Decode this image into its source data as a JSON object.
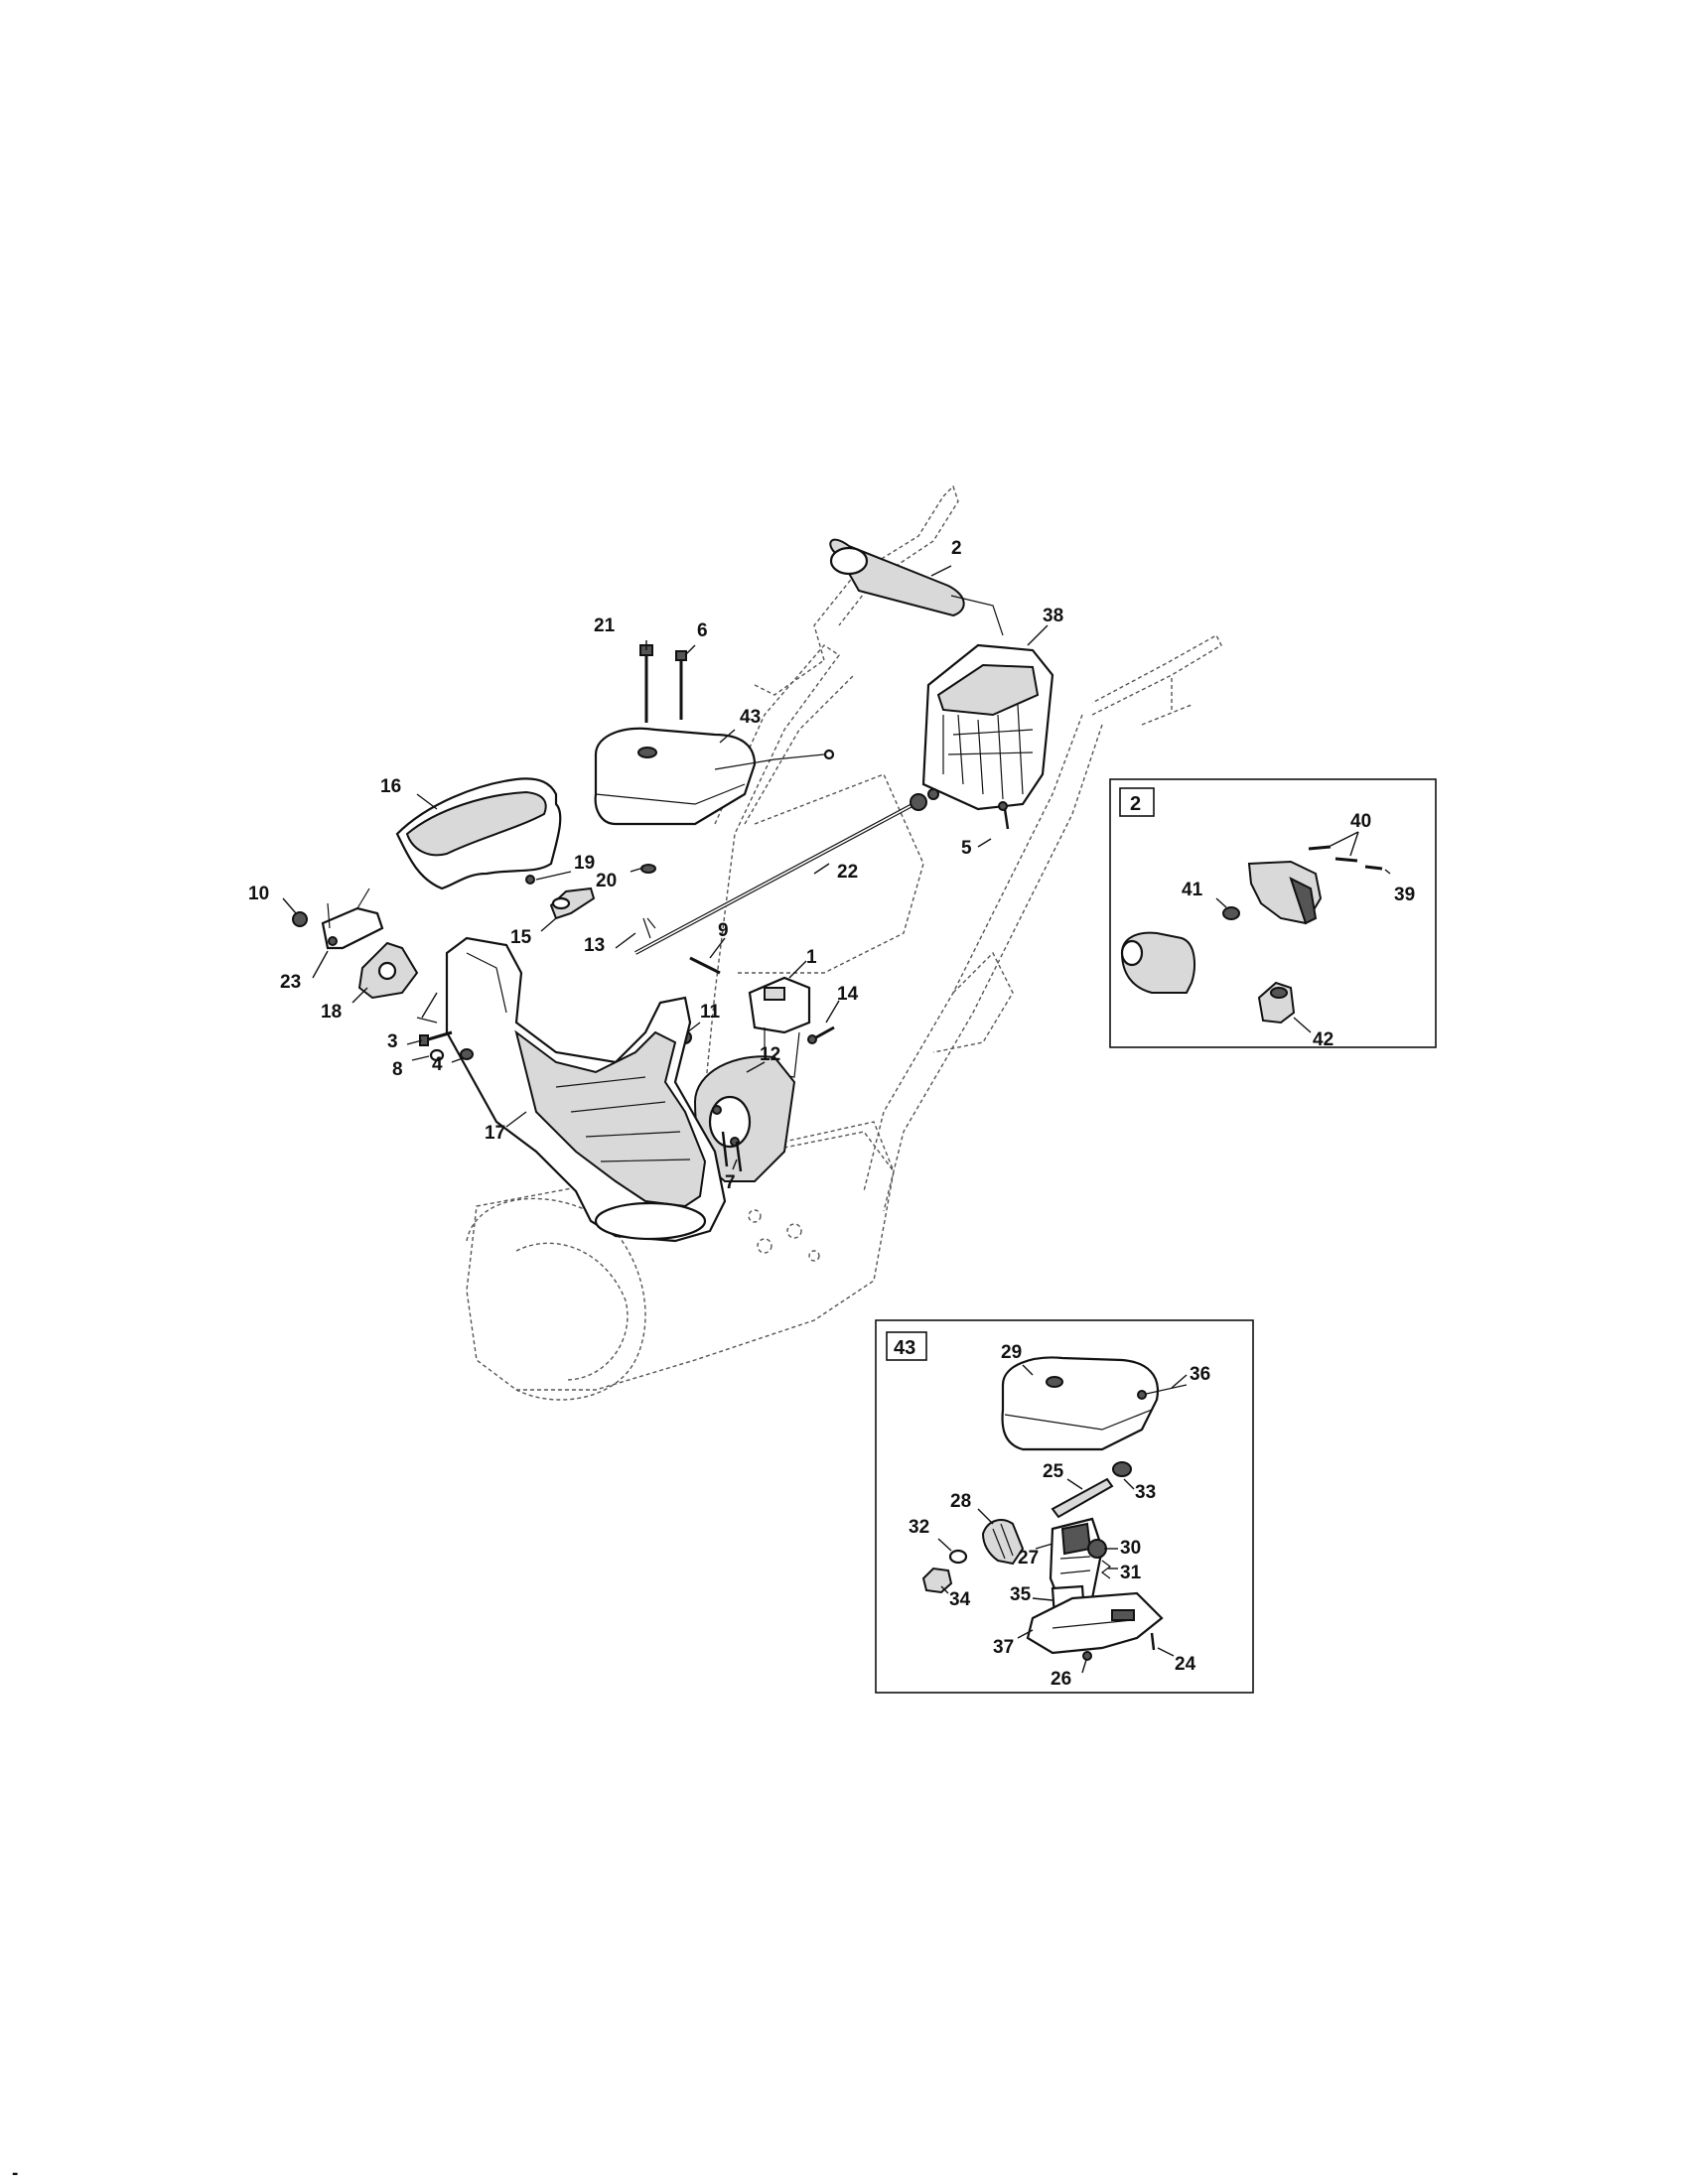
{
  "callouts": [
    {
      "id": "c2",
      "text": "2"
    },
    {
      "id": "c38",
      "text": "38"
    },
    {
      "id": "c21",
      "text": "21"
    },
    {
      "id": "c6",
      "text": "6"
    },
    {
      "id": "c43",
      "text": "43"
    },
    {
      "id": "c16",
      "text": "16"
    },
    {
      "id": "c19",
      "text": "19"
    },
    {
      "id": "c20",
      "text": "20"
    },
    {
      "id": "c22",
      "text": "22"
    },
    {
      "id": "c5",
      "text": "5"
    },
    {
      "id": "c10",
      "text": "10"
    },
    {
      "id": "c15",
      "text": "15"
    },
    {
      "id": "c13",
      "text": "13"
    },
    {
      "id": "c9",
      "text": "9"
    },
    {
      "id": "c1",
      "text": "1"
    },
    {
      "id": "c23",
      "text": "23"
    },
    {
      "id": "c18",
      "text": "18"
    },
    {
      "id": "c14",
      "text": "14"
    },
    {
      "id": "c11",
      "text": "11"
    },
    {
      "id": "c12",
      "text": "12"
    },
    {
      "id": "c3",
      "text": "3"
    },
    {
      "id": "c8",
      "text": "8"
    },
    {
      "id": "c4",
      "text": "4"
    },
    {
      "id": "c17",
      "text": "17"
    },
    {
      "id": "c7",
      "text": "7"
    }
  ],
  "inset_2": {
    "box_label": "2",
    "callouts": [
      {
        "id": "i40",
        "text": "40"
      },
      {
        "id": "i41",
        "text": "41"
      },
      {
        "id": "i39",
        "text": "39"
      },
      {
        "id": "i42",
        "text": "42"
      }
    ]
  },
  "inset_43": {
    "box_label": "43",
    "callouts": [
      {
        "id": "j29",
        "text": "29"
      },
      {
        "id": "j36",
        "text": "36"
      },
      {
        "id": "j25",
        "text": "25"
      },
      {
        "id": "j28",
        "text": "28"
      },
      {
        "id": "j33",
        "text": "33"
      },
      {
        "id": "j32",
        "text": "32"
      },
      {
        "id": "j27",
        "text": "27"
      },
      {
        "id": "j30",
        "text": "30"
      },
      {
        "id": "j31",
        "text": "31"
      },
      {
        "id": "j34",
        "text": "34"
      },
      {
        "id": "j35",
        "text": "35"
      },
      {
        "id": "j37",
        "text": "37"
      },
      {
        "id": "j24",
        "text": "24"
      },
      {
        "id": "j26",
        "text": "26"
      }
    ]
  },
  "footer_mark": "-"
}
